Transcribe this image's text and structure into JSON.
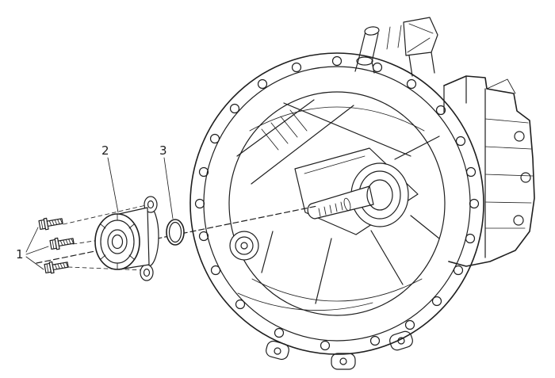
{
  "figure": {
    "background_color": "#ffffff",
    "line_color": "#1f1f1f",
    "callouts": {
      "item1": {
        "label": "1"
      },
      "item2": {
        "label": "2"
      },
      "item3": {
        "label": "3"
      }
    }
  }
}
